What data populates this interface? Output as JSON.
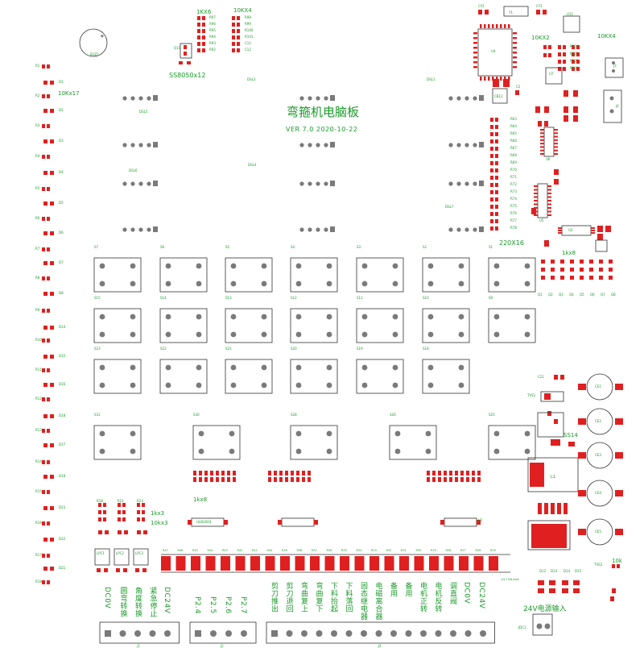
{
  "board_title": "弯箍机电脑板",
  "version_line": "VER 7.0    2020-10-22",
  "input_label": "24V电源输入",
  "groups": {
    "r_1kx6": "1KX6",
    "r_10kx4_top": "10KX4",
    "q_ss8050": "SS8050x12",
    "r_10kx17": "10Kx17",
    "r_10kx2": "10KX2",
    "r_10kx4_right": "10KX4",
    "r_220x16": "220X16",
    "r_1kx8_right": "1kx8",
    "r_1kx8_bottom": "1kx8",
    "r_1kx3": "1kx3",
    "r_10kx3": "10kx3",
    "r_10k": "10k",
    "ss14": "SS14"
  },
  "switches": [
    {
      "id": "S7"
    },
    {
      "id": "S6"
    },
    {
      "id": "S5"
    },
    {
      "id": "S4"
    },
    {
      "id": "S3"
    },
    {
      "id": "S2"
    },
    {
      "id": "S1"
    },
    {
      "id": "S15"
    },
    {
      "id": "S14"
    },
    {
      "id": "S13"
    },
    {
      "id": "S12"
    },
    {
      "id": "S11"
    },
    {
      "id": "S10"
    },
    {
      "id": "S9"
    },
    {
      "id": "S23"
    },
    {
      "id": "S22"
    },
    {
      "id": "S21"
    },
    {
      "id": "S20"
    },
    {
      "id": "S19"
    },
    {
      "id": "S18"
    },
    {
      "id": "S31"
    },
    {
      "id": "S30"
    },
    {
      "id": "S28"
    },
    {
      "id": "S26"
    },
    {
      "id": "S25"
    }
  ],
  "left_leds": [
    "D1",
    "D2",
    "D3",
    "D4",
    "D5",
    "D6",
    "D7",
    "D8",
    "D14",
    "D15",
    "D16",
    "D18",
    "D17",
    "D19",
    "D23",
    "D22",
    "D21"
  ],
  "connectors": {
    "j1": {
      "ref": "J1",
      "pins": [
        "DC0V",
        "圆弯转换",
        "角度转换",
        "紧急停止",
        "DC24V"
      ]
    },
    "j2": {
      "ref": "J2",
      "pins": [
        "P2.4",
        "P2.5",
        "P2.6",
        "P2.7"
      ]
    },
    "j3": {
      "ref": "J3",
      "pins": [
        "剪刀推出",
        "剪刀退回",
        "弯曲复上",
        "弯曲复下",
        "下料抬起",
        "下料落回",
        "固态继电器",
        "电磁离合器",
        "备用",
        "备用",
        "电机正转",
        "电机反转",
        "调直阀",
        "DC0V",
        "DC24V"
      ]
    },
    "jdc1": {
      "ref": "JDC1"
    }
  },
  "ics": [
    "U1",
    "U2",
    "U3",
    "U4",
    "U5",
    "U6",
    "U7",
    "U8",
    "U9"
  ],
  "colors": {
    "pad": "#e02020",
    "silk": "#1a9a2a",
    "outline": "#333333",
    "hole": "#7a7a7a"
  }
}
